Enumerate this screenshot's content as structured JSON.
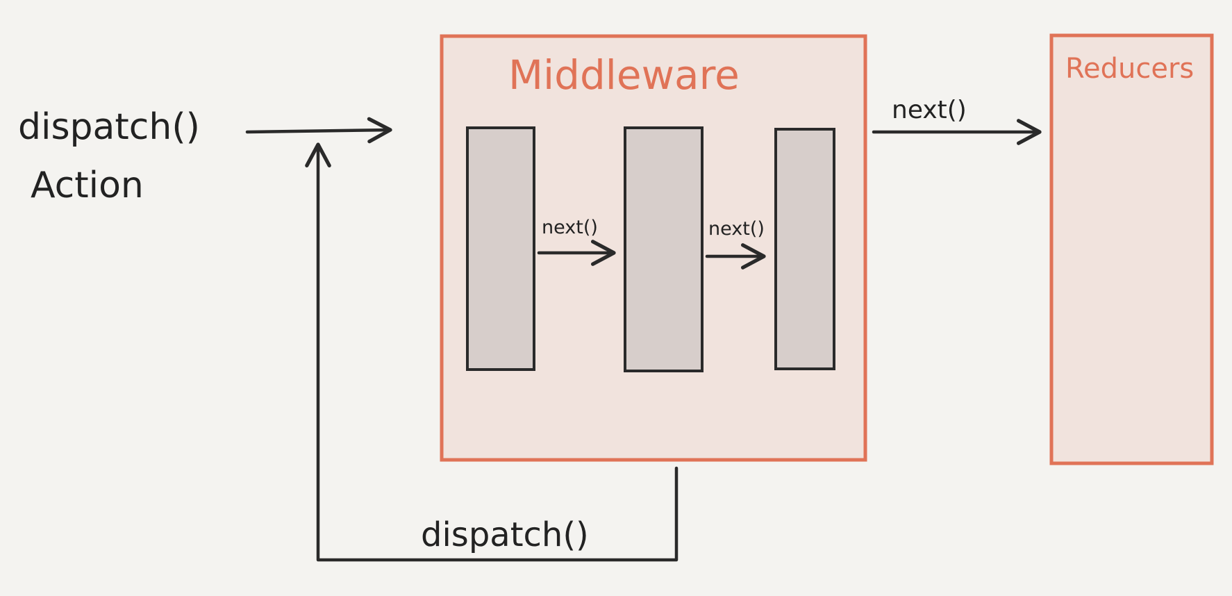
{
  "input": {
    "line1": "dispatch()",
    "line2": "Action"
  },
  "middleware": {
    "title": "Middleware",
    "stage_count": 3,
    "next_labels": [
      "next()",
      "next()"
    ]
  },
  "output_arrow": {
    "label": "next()"
  },
  "reducers": {
    "title": "Reducers"
  },
  "feedback": {
    "label": "dispatch()"
  },
  "colors": {
    "background": "#f4f3f0",
    "accent": "#e07357",
    "box_fill": "#f1e3dd",
    "stage_fill": "#d7cecb",
    "ink": "#2a2a2a"
  }
}
